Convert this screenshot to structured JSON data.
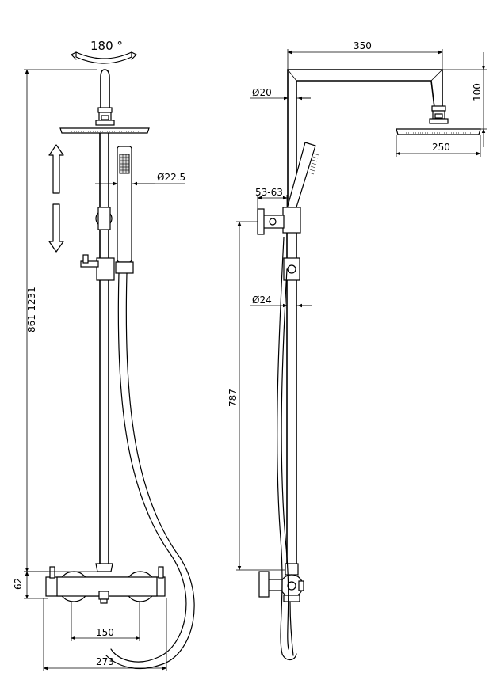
{
  "front_view": {
    "rotation_label": "180 °",
    "total_height_label": "861-1231",
    "handshower_diameter_label": "Ø22.5",
    "mixer_height_label": "62",
    "inlet_spacing_label": "150",
    "overall_width_label": "273"
  },
  "side_view": {
    "arm_length_label": "350",
    "arm_drop_label": "100",
    "head_diameter_label": "250",
    "arm_diameter_label": "Ø20",
    "holder_range_label": "53-63",
    "rail_diameter_label": "Ø24",
    "inlet_to_holder_label": "787"
  }
}
